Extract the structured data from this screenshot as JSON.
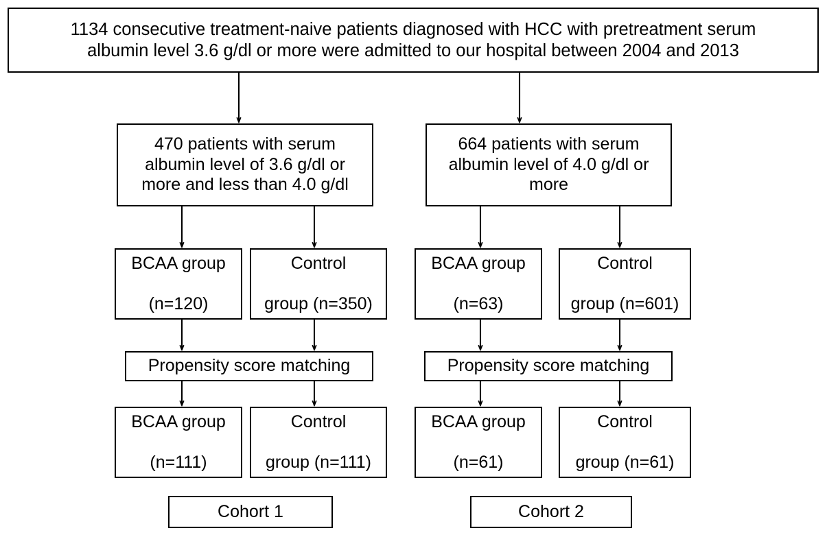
{
  "diagram": {
    "title_text": "1134 consecutive treatment-naive patients diagnosed with HCC with pretreatment serum albumin level 3.6 g/dl or more were admitted to our hospital between 2004 and 2013",
    "colors": {
      "stroke": "#000000",
      "fill": "#ffffff",
      "text": "#000000"
    },
    "nodes": {
      "top": "1134 consecutive treatment-naive patients diagnosed with HCC with pretreatment serum\nalbumin level 3.6 g/dl or more were admitted to our hospital between 2004 and 2013",
      "level2_left": "470 patients with serum\nalbumin level of 3.6 g/dl or\nmore and less than 4.0 g/dl",
      "level2_right": "664 patients with serum\nalbumin level of 4.0 g/dl or\nmore",
      "cohort1_bcaa_pre": "BCAA group\n\n(n=120)",
      "cohort1_control_pre": "Control\n\ngroup (n=350)",
      "cohort2_bcaa_pre": "BCAA group\n\n(n=63)",
      "cohort2_control_pre": "Control\n\ngroup (n=601)",
      "psm_left": "Propensity score matching",
      "psm_right": "Propensity score matching",
      "cohort1_bcaa_post": "BCAA group\n\n(n=111)",
      "cohort1_control_post": "Control\n\ngroup (n=111)",
      "cohort2_bcaa_post": "BCAA group\n\n(n=61)",
      "cohort2_control_post": "Control\n\ngroup (n=61)",
      "cohort1_label": "Cohort 1",
      "cohort2_label": "Cohort 2"
    },
    "counts": {
      "total_patients": 1134,
      "albumin_threshold_low": "3.6 g/dl",
      "albumin_threshold_high": "4.0 g/dl",
      "year_start": 2004,
      "year_end": 2013,
      "cohort1_total": 470,
      "cohort2_total": 664,
      "cohort1_bcaa_pre_n": 120,
      "cohort1_control_pre_n": 350,
      "cohort2_bcaa_pre_n": 63,
      "cohort2_control_pre_n": 601,
      "cohort1_bcaa_post_n": 111,
      "cohort1_control_post_n": 111,
      "cohort2_bcaa_post_n": 61,
      "cohort2_control_post_n": 61
    }
  }
}
